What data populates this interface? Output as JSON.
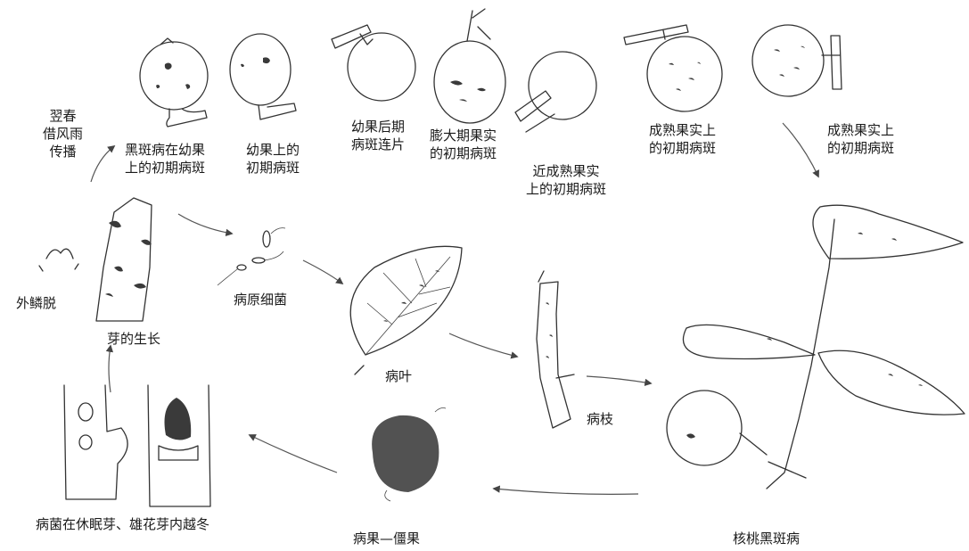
{
  "labels": {
    "spread": "翌春\n借风雨\n传播",
    "stage_black_spot_young": "黑斑病在幼果\n上的初期病斑",
    "stage_young_fruit": "幼果上的\n初期病斑",
    "stage_young_late": "幼果后期\n病斑连片",
    "stage_swelling": "膨大期果实\n的初期病斑",
    "stage_near_mature": "近成熟果实\n上的初期病斑",
    "stage_mature_1": "成熟果实上\n的初期病斑",
    "stage_mature_2": "成熟果实上\n的初期病斑",
    "outer_scale_off": "外鳞脱",
    "bud_growth": "芽的生长",
    "pathogen_bacteria": "病原细菌",
    "diseased_leaf": "病叶",
    "diseased_branch": "病枝",
    "overwintering": "病菌在休眠芽、雄花芽内越冬",
    "mummified_fruit": "病果—僵果",
    "disease_name": "核桃黑斑病"
  },
  "colors": {
    "ink": "#333333",
    "background": "#ffffff"
  },
  "icons": [
    "walnut-fruit-icon",
    "leaf-icon",
    "branch-icon",
    "bud-icon",
    "bacteria-icon",
    "mummified-fruit-icon",
    "walnut-plant-icon"
  ]
}
